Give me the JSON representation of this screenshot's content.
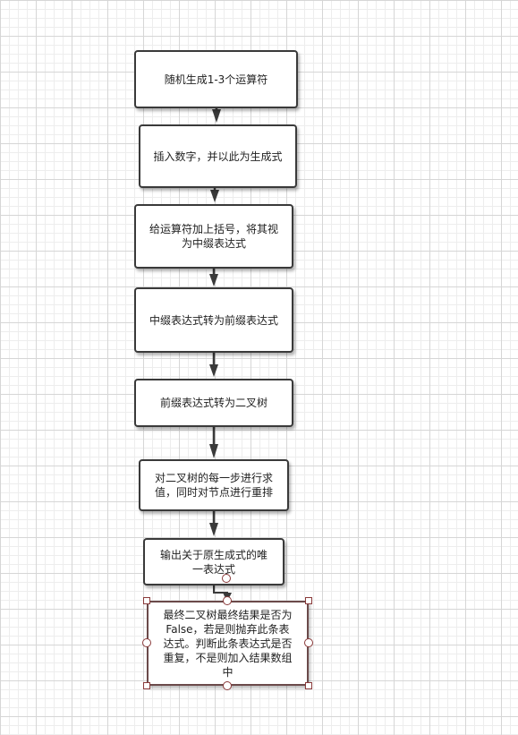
{
  "flowchart": {
    "nodes": [
      {
        "id": "n1",
        "label": "随机生成1-3个运算符"
      },
      {
        "id": "n2",
        "label": "插入数字，并以此为生成式"
      },
      {
        "id": "n3",
        "label": "给运算符加上括号，将其视\n为中缀表达式"
      },
      {
        "id": "n4",
        "label": "中缀表达式转为前缀表达式"
      },
      {
        "id": "n5",
        "label": "前缀表达式转为二叉树"
      },
      {
        "id": "n6",
        "label": "对二叉树的每一步进行求\n值，同时对节点进行重排"
      },
      {
        "id": "n7",
        "label": "输出关于原生成式的唯\n一表达式"
      },
      {
        "id": "n8",
        "label": "最终二叉树最终结果是否为\nFalse，若是则抛弃此条表\n达式。判断此条表达式是否\n重复，不是则加入结果数组\n中"
      }
    ],
    "edges": [
      {
        "from": "n1",
        "to": "n2"
      },
      {
        "from": "n2",
        "to": "n3"
      },
      {
        "from": "n3",
        "to": "n4"
      },
      {
        "from": "n4",
        "to": "n5"
      },
      {
        "from": "n5",
        "to": "n6"
      },
      {
        "from": "n6",
        "to": "n7"
      },
      {
        "from": "n7",
        "to": "n8"
      }
    ],
    "selected_node": "n8",
    "colors": {
      "border": "#3a3a3a",
      "edge": "#3a3a3a",
      "selection": "#8a3a3a",
      "grid": "#d6d6d6"
    }
  }
}
